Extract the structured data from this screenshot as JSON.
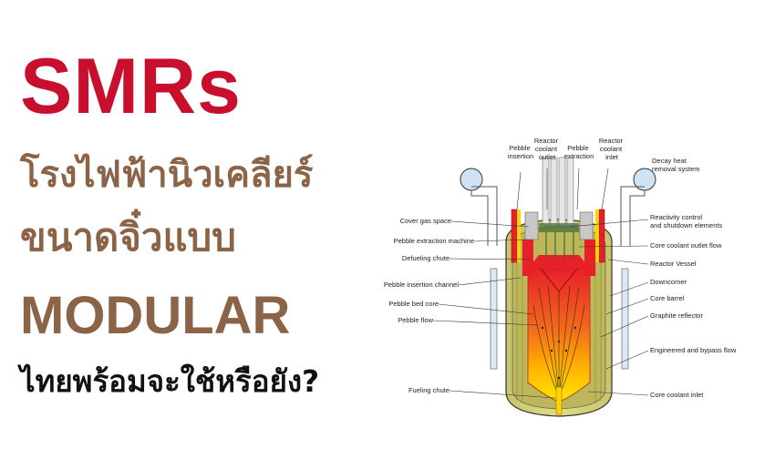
{
  "headline": {
    "title": "SMRs",
    "line1": "โรงไฟฟ้านิวเคลียร์",
    "line2": "ขนาดจิ๋วแบบ",
    "line3": "MODULAR",
    "line4": "ไทยพร้อมจะใช้หรือยัง?"
  },
  "diagram": {
    "top_labels": {
      "pebble_insertion": [
        "Pebble",
        "insertion"
      ],
      "reactor_coolant_outlet": [
        "Reactor",
        "coolant",
        "outlet"
      ],
      "pebble_extraction": [
        "Pebble",
        "extraction"
      ],
      "reactor_coolant_inlet": [
        "Reactor",
        "coolant",
        "inlet"
      ],
      "decay_heat": [
        "Decay heat",
        "removal system"
      ]
    },
    "left_labels": {
      "cover_gas_space": "Cover gas space",
      "pebble_extraction_machine": "Pebble extraction machine",
      "defueling_chute": "Defueling chute",
      "pebble_insertion_channel": "Pebble insertion channel",
      "pebble_bed_core": "Pebble bed core",
      "pebble_flow": "Pebble flow",
      "fueling_chute": "Fueling chute"
    },
    "right_labels": {
      "reactivity_control": [
        "Reactivity control",
        "and shutdown elements"
      ],
      "core_coolant_outlet_flow": "Core coolant outlet flow",
      "reactor_vessel": "Reactor Vessel",
      "downcomer": "Downcomer",
      "core_barrel": "Core barrel",
      "graphite_reflector": "Graphite reflector",
      "engineered_bypass_flow": "Engineered and bypass flow",
      "core_coolant_inlet": "Core coolant inlet"
    },
    "colors": {
      "title_red": "#c8102e",
      "brown": "#8b6347",
      "core_red": "#e8202a",
      "core_yellow": "#ffd400",
      "vessel_olive": "#a8a43c",
      "pipe_blue": "#c8dcf0"
    }
  }
}
